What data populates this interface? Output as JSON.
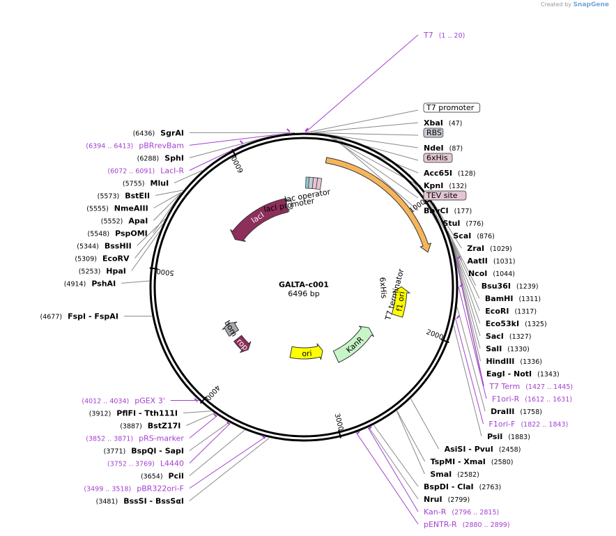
{
  "watermark": {
    "prefix": "Created by",
    "brand": "SnapGene"
  },
  "plasmid": {
    "name": "GALTA-c001",
    "length_label": "6496 bp",
    "length": 6496
  },
  "ticks": [
    {
      "bp": 1000,
      "label": "1000"
    },
    {
      "bp": 2000,
      "label": "2000"
    },
    {
      "bp": 3000,
      "label": "3000"
    },
    {
      "bp": 4000,
      "label": "4000"
    },
    {
      "bp": 5000,
      "label": "5000"
    },
    {
      "bp": 6000,
      "label": "6000"
    }
  ],
  "labels": [
    {
      "id": "t7",
      "bp": 10,
      "side": "top",
      "a": "(1 .. 20)",
      "b": "T7",
      "kind": "primer",
      "color": "#a43fd0"
    },
    {
      "id": "t7promoter",
      "bp": 20,
      "side": "right",
      "b": "T7 promoter",
      "kind": "feature-box",
      "fill": "#ffffff"
    },
    {
      "id": "xbai",
      "bp": 47,
      "side": "right",
      "b": "XbaI",
      "a": "(47)",
      "kind": "enzyme"
    },
    {
      "id": "rbs",
      "bp": 70,
      "side": "right",
      "b": "RBS",
      "kind": "feature-box",
      "fill": "#c8ccd2"
    },
    {
      "id": "ndei",
      "bp": 87,
      "side": "right",
      "b": "NdeI",
      "a": "(87)",
      "kind": "enzyme"
    },
    {
      "id": "6xhis",
      "bp": 110,
      "side": "right",
      "b": "6xHis",
      "kind": "feature-box",
      "fill": "#e3c6d3"
    },
    {
      "id": "acc65i",
      "bp": 128,
      "side": "right",
      "b": "Acc65I",
      "a": "(128)",
      "kind": "enzyme"
    },
    {
      "id": "kpni",
      "bp": 132,
      "side": "right",
      "b": "KpnI",
      "a": "(132)",
      "kind": "enzyme"
    },
    {
      "id": "tevsite",
      "bp": 150,
      "side": "right",
      "b": "TEV site",
      "kind": "feature-box",
      "fill": "#e3c6d3"
    },
    {
      "id": "bbvci",
      "bp": 177,
      "side": "right",
      "b": "BbvCI",
      "a": "(177)",
      "kind": "enzyme"
    },
    {
      "id": "stui",
      "bp": 776,
      "side": "right",
      "b": "StuI",
      "a": "(776)",
      "kind": "enzyme"
    },
    {
      "id": "scai",
      "bp": 876,
      "side": "right",
      "b": "ScaI",
      "a": "(876)",
      "kind": "enzyme"
    },
    {
      "id": "zrai",
      "bp": 1029,
      "side": "right",
      "b": "ZraI",
      "a": "(1029)",
      "kind": "enzyme"
    },
    {
      "id": "aatii",
      "bp": 1031,
      "side": "right",
      "b": "AatII",
      "a": "(1031)",
      "kind": "enzyme"
    },
    {
      "id": "ncoi",
      "bp": 1044,
      "side": "right",
      "b": "NcoI",
      "a": "(1044)",
      "kind": "enzyme"
    },
    {
      "id": "bsu36i",
      "bp": 1239,
      "side": "right",
      "b": "Bsu36I",
      "a": "(1239)",
      "kind": "enzyme"
    },
    {
      "id": "bamhi",
      "bp": 1311,
      "side": "right",
      "b": "BamHI",
      "a": "(1311)",
      "kind": "enzyme"
    },
    {
      "id": "ecori",
      "bp": 1317,
      "side": "right",
      "b": "EcoRI",
      "a": "(1317)",
      "kind": "enzyme"
    },
    {
      "id": "eco53ki",
      "bp": 1325,
      "side": "right",
      "b": "Eco53kI",
      "a": "(1325)",
      "kind": "enzyme"
    },
    {
      "id": "saci",
      "bp": 1327,
      "side": "right",
      "b": "SacI",
      "a": "(1327)",
      "kind": "enzyme"
    },
    {
      "id": "sali",
      "bp": 1330,
      "side": "right",
      "b": "SalI",
      "a": "(1330)",
      "kind": "enzyme"
    },
    {
      "id": "hindiii",
      "bp": 1336,
      "side": "right",
      "b": "HindIII",
      "a": "(1336)",
      "kind": "enzyme"
    },
    {
      "id": "eagi",
      "bp": 1343,
      "side": "right",
      "b": "EagI",
      "b2": "NotI",
      "a": "(1343)",
      "kind": "enzyme"
    },
    {
      "id": "t7term",
      "bp": 1436,
      "side": "right",
      "b": "T7 Term",
      "a": "(1427 .. 1445)",
      "kind": "primer",
      "color": "#a43fd0"
    },
    {
      "id": "f1orir",
      "bp": 1621,
      "side": "right",
      "b": "F1ori-R",
      "a": "(1612 .. 1631)",
      "kind": "primer",
      "color": "#a43fd0"
    },
    {
      "id": "draiii",
      "bp": 1758,
      "side": "right",
      "b": "DraIII",
      "a": "(1758)",
      "kind": "enzyme"
    },
    {
      "id": "f1orif",
      "bp": 1832,
      "side": "right",
      "b": "F1ori-F",
      "a": "(1822 .. 1843)",
      "kind": "primer",
      "color": "#a43fd0"
    },
    {
      "id": "psii",
      "bp": 1883,
      "side": "right",
      "b": "PsiI",
      "a": "(1883)",
      "kind": "enzyme"
    },
    {
      "id": "asisi",
      "bp": 2458,
      "side": "right",
      "b": "AsiSI",
      "b2": "PvuI",
      "a": "(2458)",
      "kind": "enzyme"
    },
    {
      "id": "tspmi",
      "bp": 2580,
      "side": "right",
      "b": "TspMI",
      "b2": "XmaI",
      "a": "(2580)",
      "kind": "enzyme"
    },
    {
      "id": "smai",
      "bp": 2582,
      "side": "right",
      "b": "SmaI",
      "a": "(2582)",
      "kind": "enzyme"
    },
    {
      "id": "bspdi",
      "bp": 2763,
      "side": "right",
      "b": "BspDI",
      "b2": "ClaI",
      "a": "(2763)",
      "kind": "enzyme"
    },
    {
      "id": "kanr",
      "bp": 2805,
      "side": "right",
      "b": "Kan-R",
      "a": "(2796 .. 2815)",
      "kind": "primer",
      "color": "#a43fd0"
    },
    {
      "id": "nrui",
      "bp": 2799,
      "side": "right",
      "b": "NruI",
      "a": "(2799)",
      "kind": "enzyme"
    },
    {
      "id": "pentrr",
      "bp": 2890,
      "side": "right",
      "b": "pENTR-R",
      "a": "(2880 .. 2899)",
      "kind": "primer",
      "color": "#a43fd0"
    },
    {
      "id": "bsssi",
      "bp": 3481,
      "side": "left",
      "b": "BssSI",
      "b2": "BssSαI",
      "a": "(3481)",
      "kind": "enzyme"
    },
    {
      "id": "pbr322ori",
      "bp": 3508,
      "side": "left",
      "b": "pBR322ori-F",
      "a": "(3499 .. 3518)",
      "kind": "primer",
      "color": "#a43fd0"
    },
    {
      "id": "pcii",
      "bp": 3654,
      "side": "left",
      "b": "PciI",
      "a": "(3654)",
      "kind": "enzyme"
    },
    {
      "id": "l4440",
      "bp": 3760,
      "side": "left",
      "b": "L4440",
      "a": "(3752 .. 3769)",
      "kind": "primer",
      "color": "#a43fd0"
    },
    {
      "id": "bspqi",
      "bp": 3771,
      "side": "left",
      "b": "BspQI",
      "b2": "SapI",
      "a": "(3771)",
      "kind": "enzyme"
    },
    {
      "id": "prsmarker",
      "bp": 3861,
      "side": "left",
      "b": "pRS-marker",
      "a": "(3852 .. 3871)",
      "kind": "primer",
      "color": "#a43fd0"
    },
    {
      "id": "bstz17i",
      "bp": 3887,
      "side": "left",
      "b": "BstZ17I",
      "a": "(3887)",
      "kind": "enzyme"
    },
    {
      "id": "pflfi",
      "bp": 3912,
      "side": "left",
      "b": "PflFI",
      "b2": "Tth111I",
      "a": "(3912)",
      "kind": "enzyme"
    },
    {
      "id": "pgex3",
      "bp": 4023,
      "side": "left",
      "b": "pGEX 3'",
      "a": "(4012 .. 4034)",
      "kind": "primer",
      "color": "#a43fd0"
    },
    {
      "id": "fspi",
      "bp": 4677,
      "side": "left",
      "b": "FspI",
      "b2": "FspAI",
      "a": "(4677)",
      "kind": "enzyme"
    },
    {
      "id": "pshai",
      "bp": 4914,
      "side": "left",
      "b": "PshAI",
      "a": "(4914)",
      "kind": "enzyme"
    },
    {
      "id": "hpai",
      "bp": 5253,
      "side": "left",
      "b": "HpaI",
      "a": "(5253)",
      "kind": "enzyme"
    },
    {
      "id": "ecorv",
      "bp": 5309,
      "side": "left",
      "b": "EcoRV",
      "a": "(5309)",
      "kind": "enzyme"
    },
    {
      "id": "bsshii",
      "bp": 5344,
      "side": "left",
      "b": "BssHII",
      "a": "(5344)",
      "kind": "enzyme"
    },
    {
      "id": "pspomi",
      "bp": 5548,
      "side": "left",
      "b": "PspOMI",
      "a": "(5548)",
      "kind": "enzyme"
    },
    {
      "id": "apai",
      "bp": 5552,
      "side": "left",
      "b": "ApaI",
      "a": "(5552)",
      "kind": "enzyme"
    },
    {
      "id": "nmeaiii",
      "bp": 5555,
      "side": "left",
      "b": "NmeAIII",
      "a": "(5555)",
      "kind": "enzyme"
    },
    {
      "id": "bsteii",
      "bp": 5573,
      "side": "left",
      "b": "BstEII",
      "a": "(5573)",
      "kind": "enzyme"
    },
    {
      "id": "mlui",
      "bp": 5755,
      "side": "left",
      "b": "MluI",
      "a": "(5755)",
      "kind": "enzyme"
    },
    {
      "id": "laci-r",
      "bp": 6081,
      "side": "left",
      "b": "LacI-R",
      "a": "(6072 .. 6091)",
      "kind": "primer",
      "color": "#a43fd0"
    },
    {
      "id": "sphi",
      "bp": 6288,
      "side": "left",
      "b": "SphI",
      "a": "(6288)",
      "kind": "enzyme"
    },
    {
      "id": "pbrrevbam",
      "bp": 6403,
      "side": "left",
      "b": "pBRrevBam",
      "a": "(6394 .. 6413)",
      "kind": "primer",
      "color": "#a43fd0"
    },
    {
      "id": "sgrai",
      "bp": 6436,
      "side": "left",
      "b": "SgrAI",
      "a": "(6436)",
      "kind": "enzyme"
    }
  ],
  "features": [
    {
      "id": "insert",
      "label": "",
      "start": 180,
      "end": 1340,
      "r": 185,
      "w": 8,
      "color": "#f6b55a",
      "dir": 1
    },
    {
      "id": "laci",
      "label": "lacI",
      "start": 5500,
      "end": 6280,
      "r": 120,
      "w": 20,
      "color": "#8e2e5a",
      "dir": -1
    },
    {
      "id": "lacipromoter",
      "label": "lacI promoter",
      "start": 6280,
      "end": 6345,
      "r": 120,
      "w": 12,
      "color": "#ffffff",
      "dir": -1
    },
    {
      "id": "kanr_f",
      "label": "KanR",
      "start": 2200,
      "end": 2800,
      "r": 110,
      "w": 18,
      "color": "#c8f5c8",
      "dir": -1
    },
    {
      "id": "f1ori",
      "label": "f1 ori",
      "start": 1620,
      "end": 1930,
      "r": 140,
      "w": 16,
      "color": "#ffff00",
      "dir": -1
    },
    {
      "id": "ori",
      "label": "ori",
      "start": 2950,
      "end": 3450,
      "r": 95,
      "w": 16,
      "color": "#ffff00",
      "dir": -1
    },
    {
      "id": "rop",
      "label": "rop",
      "start": 4000,
      "end": 4190,
      "r": 120,
      "w": 14,
      "color": "#8e2e5a",
      "dir": -1
    },
    {
      "id": "bom",
      "label": "bom",
      "start": 4270,
      "end": 4410,
      "r": 120,
      "w": 16,
      "color": "#a6a9ad",
      "dir": 1
    }
  ],
  "inner_labels": {
    "lac_operator": "lac operator",
    "t7_terminator": "T7 terminator",
    "sixhis_inner": "6xHis"
  }
}
